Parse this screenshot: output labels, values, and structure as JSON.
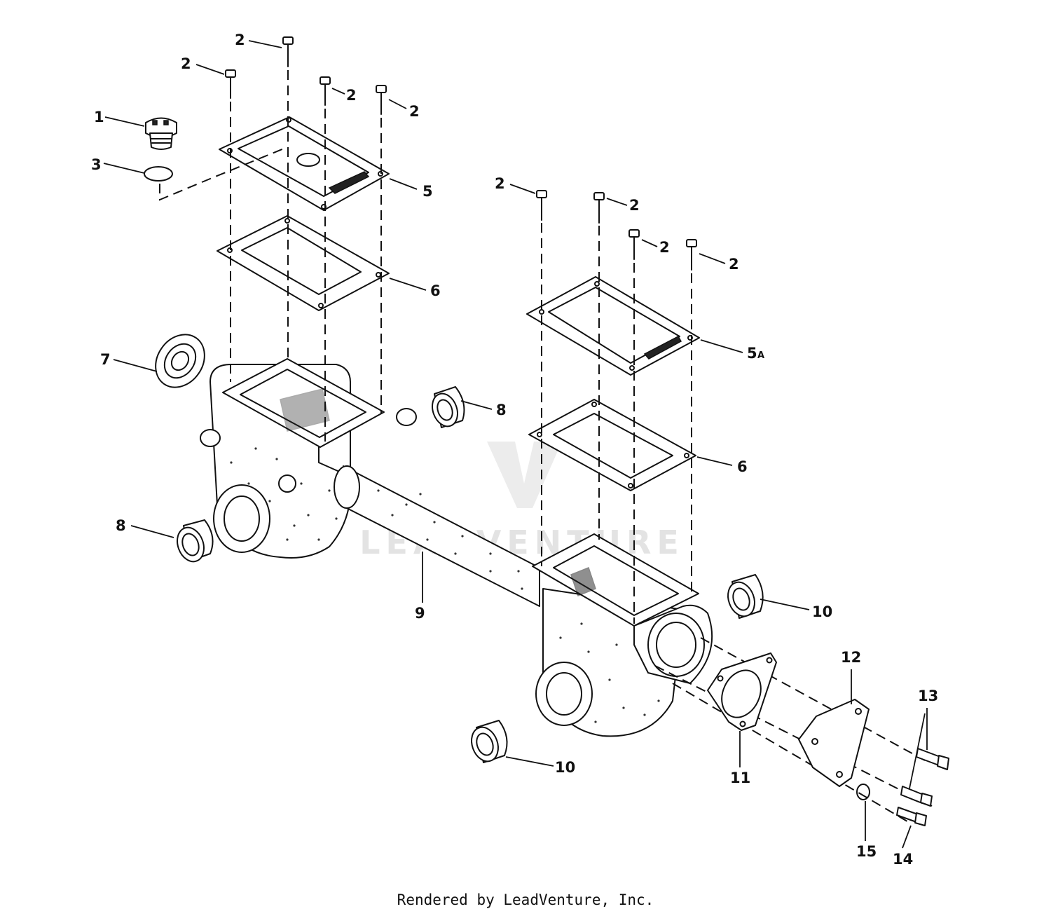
{
  "watermark": "LEADVENTURE",
  "footer": "Rendered by LeadVenture, Inc.",
  "callouts": {
    "c1": "1",
    "c2a": "2",
    "c2b": "2",
    "c2c": "2",
    "c2d": "2",
    "c2e": "2",
    "c2f": "2",
    "c2g": "2",
    "c2h": "2",
    "c3": "3",
    "c5": "5",
    "c5a_num": "5",
    "c5a_suffix": "A",
    "c6a": "6",
    "c6b": "6",
    "c7": "7",
    "c8a": "8",
    "c8b": "8",
    "c9": "9",
    "c10a": "10",
    "c10b": "10",
    "c11": "11",
    "c12": "12",
    "c13": "13",
    "c14": "14",
    "c15": "15"
  }
}
